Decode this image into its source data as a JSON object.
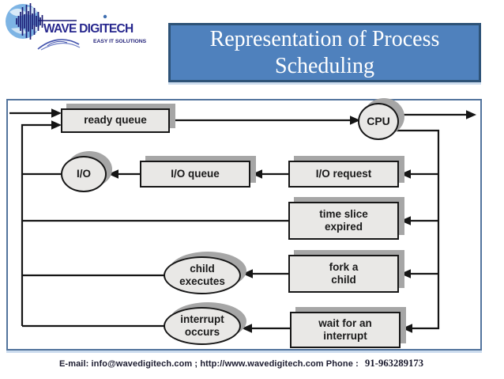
{
  "logo": {
    "brand": "WAVE DIGITECH",
    "tagline": "EASY IT SOLUTIONS"
  },
  "title": {
    "line1": "Representation of Process",
    "line2": "Scheduling"
  },
  "diagram": {
    "nodes": {
      "ready_queue": {
        "shape": "rect",
        "label": "ready queue"
      },
      "cpu": {
        "shape": "ellipse",
        "label": "CPU"
      },
      "io": {
        "shape": "ellipse",
        "label": "I/O"
      },
      "io_queue": {
        "shape": "rect",
        "label": "I/O queue"
      },
      "io_request": {
        "shape": "rect",
        "label": "I/O request"
      },
      "time_slice_expired": {
        "shape": "rect",
        "line1": "time slice",
        "line2": "expired"
      },
      "fork_a_child": {
        "shape": "rect",
        "line1": "fork a",
        "line2": "child"
      },
      "child_executes": {
        "shape": "ellipse",
        "line1": "child",
        "line2": "executes"
      },
      "wait_for_interrupt": {
        "shape": "rect",
        "line1": "wait for an",
        "line2": "interrupt"
      },
      "interrupt_occurs": {
        "shape": "ellipse",
        "line1": "interrupt",
        "line2": "occurs"
      }
    },
    "edges": [
      {
        "from": "entry",
        "to": "ready queue"
      },
      {
        "from": "ready queue",
        "to": "CPU"
      },
      {
        "from": "CPU",
        "to": "exit"
      },
      {
        "from": "CPU",
        "to": "I/O request"
      },
      {
        "from": "CPU",
        "to": "time slice expired"
      },
      {
        "from": "CPU",
        "to": "fork a child"
      },
      {
        "from": "CPU",
        "to": "wait for an interrupt"
      },
      {
        "from": "I/O request",
        "to": "I/O queue"
      },
      {
        "from": "I/O queue",
        "to": "I/O"
      },
      {
        "from": "I/O",
        "to": "ready queue"
      },
      {
        "from": "time slice expired",
        "to": "ready queue"
      },
      {
        "from": "fork a child",
        "to": "child executes"
      },
      {
        "from": "child executes",
        "to": "ready queue"
      },
      {
        "from": "wait for an interrupt",
        "to": "interrupt occurs"
      },
      {
        "from": "interrupt occurs",
        "to": "ready queue"
      }
    ]
  },
  "footer": {
    "text": "E-mail: info@wavedigitech.com ; http://www.wavedigitech.com Phone :",
    "phone": "91-963289173"
  },
  "colors": {
    "title_fill": "#4f81bd",
    "title_border": "#2d5277",
    "title_text": "#ffffff",
    "frame_border": "#53749d",
    "node_fill": "#e9e8e6",
    "node_border": "#161616",
    "node_shadow": "#a6a6a6",
    "connector": "#151515",
    "logo_navy": "#28288e",
    "logo_globe_blue": "#7db4e4",
    "footer_text": "#1c1c30"
  }
}
